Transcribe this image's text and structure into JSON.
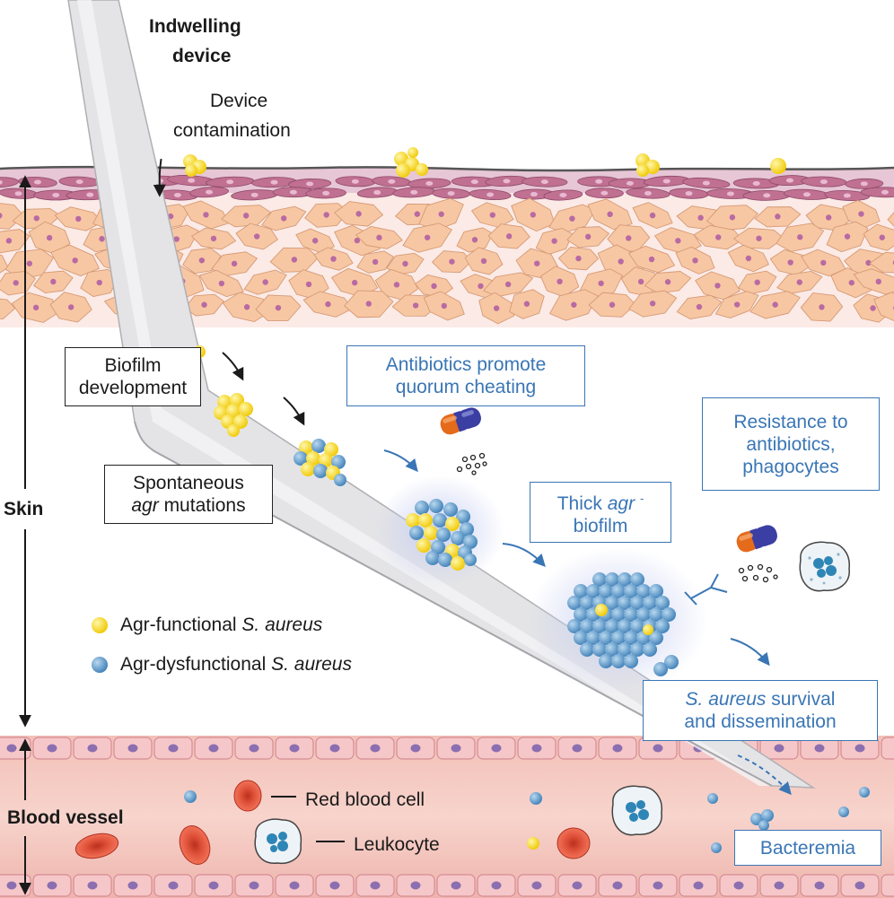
{
  "labels": {
    "indwelling_device_line1": "Indwelling",
    "indwelling_device_line2": "device",
    "device_contamination_line1": "Device",
    "device_contamination_line2": "contamination",
    "skin": "Skin",
    "blood_vessel": "Blood vessel",
    "red_blood_cell": "Red blood cell",
    "leukocyte": "Leukocyte"
  },
  "boxes": {
    "biofilm_development": {
      "line1": "Biofilm",
      "line2": "development"
    },
    "spontaneous_mutations": {
      "line1": "Spontaneous",
      "line2_italic": "agr",
      "line2_rest": " mutations"
    },
    "antibiotics_quorum": {
      "line1": "Antibiotics promote",
      "line2": "quorum cheating"
    },
    "resistance": {
      "line1": "Resistance to",
      "line2": "antibiotics,",
      "line3": "phagocytes"
    },
    "thick_biofilm": {
      "line1_prefix": "Thick ",
      "line1_italic": "agr",
      "line1_sup": "-",
      "line2": "biofilm"
    },
    "survival": {
      "line1_italic": "S. aureus",
      "line1_rest": " survival",
      "line2": "and dissemination"
    },
    "bacteremia": {
      "text": "Bacteremia"
    }
  },
  "legend": {
    "functional_prefix": "Agr-functional ",
    "functional_italic": "S. aureus",
    "dysfunctional_prefix": "Agr-dysfunctional ",
    "dysfunctional_italic": "S. aureus"
  },
  "colors": {
    "agr_functional": "#f5d520",
    "agr_dysfunctional": "#4f92c4",
    "text_blue": "#3a76b5",
    "skin_upper_cell": "#c07090",
    "skin_lower_cell": "#f7c7a3",
    "blood_vessel": "#efb1aa",
    "red_blood_cell": "#e0523a"
  }
}
